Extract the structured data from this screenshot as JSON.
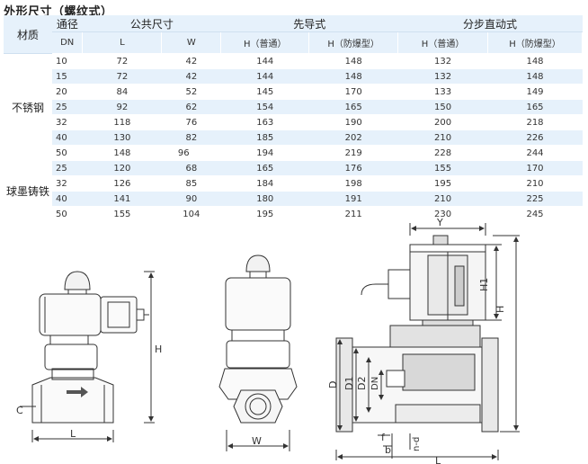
{
  "title": "外形尺寸（螺纹式）",
  "table": {
    "material_header": "材质",
    "group_headers": {
      "bore": "通径",
      "common": "公共尺寸",
      "pilot": "先导式",
      "stepped": "分步直动式"
    },
    "sub_headers": {
      "dn": "DN",
      "l": "L",
      "w": "W",
      "h_normal": "H（普通）",
      "h_explosion": "H（防爆型）"
    },
    "materials": [
      "不锈钢",
      "球墨铸铁"
    ],
    "rows": [
      {
        "dn": "10",
        "l": "72",
        "w": "42",
        "p_h": "144",
        "p_hx": "148",
        "s_h": "132",
        "s_hx": "148"
      },
      {
        "dn": "15",
        "l": "72",
        "w": "42",
        "p_h": "144",
        "p_hx": "148",
        "s_h": "132",
        "s_hx": "148"
      },
      {
        "dn": "20",
        "l": "84",
        "w": "52",
        "p_h": "145",
        "p_hx": "170",
        "s_h": "133",
        "s_hx": "149"
      },
      {
        "dn": "25",
        "l": "92",
        "w": "62",
        "p_h": "154",
        "p_hx": "165",
        "s_h": "150",
        "s_hx": "165"
      },
      {
        "dn": "32",
        "l": "118",
        "w": "76",
        "p_h": "163",
        "p_hx": "190",
        "s_h": "200",
        "s_hx": "218"
      },
      {
        "dn": "40",
        "l": "130",
        "w": "82",
        "p_h": "185",
        "p_hx": "202",
        "s_h": "210",
        "s_hx": "226"
      },
      {
        "dn": "50",
        "l": "148",
        "w": "96",
        "p_h": "194",
        "p_hx": "219",
        "s_h": "228",
        "s_hx": "244"
      },
      {
        "dn": "25",
        "l": "120",
        "w": "68",
        "p_h": "165",
        "p_hx": "176",
        "s_h": "155",
        "s_hx": "170"
      },
      {
        "dn": "32",
        "l": "126",
        "w": "85",
        "p_h": "184",
        "p_hx": "198",
        "s_h": "195",
        "s_hx": "210"
      },
      {
        "dn": "40",
        "l": "141",
        "w": "90",
        "p_h": "180",
        "p_hx": "191",
        "s_h": "210",
        "s_hx": "225"
      },
      {
        "dn": "50",
        "l": "155",
        "w": "104",
        "p_h": "195",
        "p_hx": "211",
        "s_h": "230",
        "s_hx": "245"
      }
    ]
  },
  "drawing_labels": {
    "c": "C",
    "l": "L",
    "h": "H",
    "w": "W",
    "y": "Y",
    "h1": "H1",
    "d": "D",
    "d1": "D1",
    "d2": "D2",
    "dn": "DN",
    "f": "f",
    "b": "b",
    "nd": "n-d"
  }
}
